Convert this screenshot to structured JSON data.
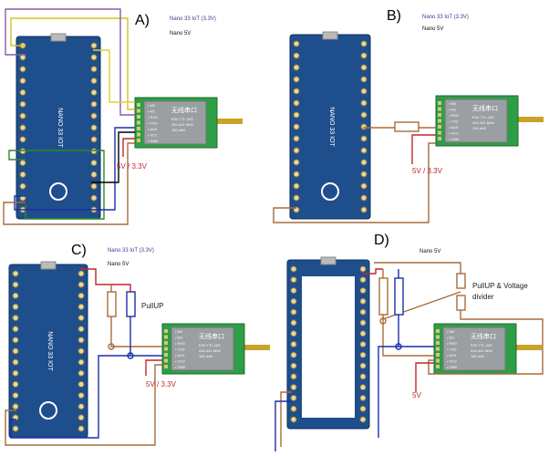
{
  "panels": [
    {
      "id": "A",
      "letter": "A)",
      "label_iot": "Nano 33 IoT (3.3V)",
      "label_5v": "Nano 5V",
      "supply": "5V / 3.3V"
    },
    {
      "id": "B",
      "letter": "B)",
      "label_iot": "Nano 33 IoT (3.3V)",
      "label_5v": "Nano 5V",
      "supply": "5V / 3.3V"
    },
    {
      "id": "C",
      "letter": "C)",
      "label_iot": "Nano 33 IoT (3.3V)",
      "label_5v": "Nano 5V",
      "supply": "5V / 3.3V",
      "note": "PullUP"
    },
    {
      "id": "D",
      "letter": "D)",
      "label_5v": "Nano 5V",
      "supply": "5V",
      "note_line1": "PullUP & Voltage",
      "note_line2": "divider"
    }
  ],
  "module": {
    "pins": [
      "M0",
      "M1",
      "RXD",
      "TXD",
      "AUX",
      "VCC",
      "GND"
    ],
    "title": "无线串口",
    "specs": [
      "E32-TTL-100",
      "410-441 MHz",
      "100 mW"
    ]
  },
  "board": {
    "name": "NANO 33 IOT"
  },
  "colors": {
    "board": "#1f4e8c",
    "module": "#2e9e46",
    "brown": "#a86b3c",
    "blue": "#1b2fa8",
    "red": "#c0272d"
  }
}
